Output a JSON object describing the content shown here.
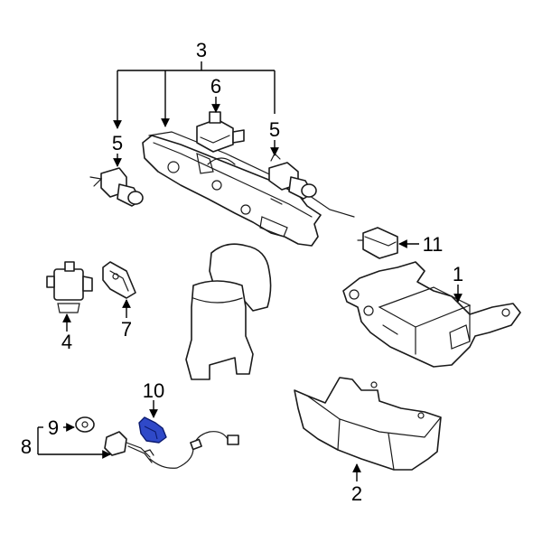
{
  "callouts": {
    "c1": "1",
    "c2": "2",
    "c3": "3",
    "c4": "4",
    "c5_left": "5",
    "c5_right": "5",
    "c6": "6",
    "c7": "7",
    "c8": "8",
    "c9": "9",
    "c10": "10",
    "c11": "11"
  },
  "colors": {
    "highlight": "#2f49c8",
    "line": "#1a1a1a"
  }
}
